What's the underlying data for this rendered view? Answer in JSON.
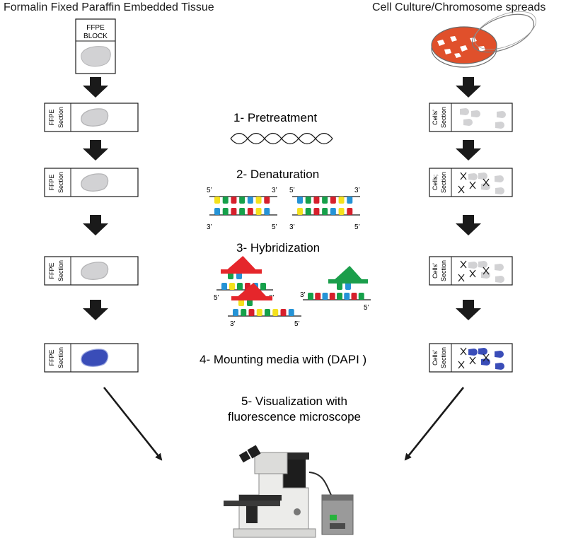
{
  "headings": {
    "left": "Formalin Fixed Paraffin Embedded Tissue",
    "right": "Cell Culture/Chromosome spreads"
  },
  "ffpe_block": {
    "line1": "FFPE",
    "line2": "BLOCK"
  },
  "left_slides": [
    {
      "line1": "FFPE",
      "line2": "Section",
      "stain": "unstained"
    },
    {
      "line1": "FFPE",
      "line2": "Section",
      "stain": "unstained"
    },
    {
      "line1": "FFPE",
      "line2": "Section",
      "stain": "unstained"
    },
    {
      "line1": "FFPE",
      "line2": "Section",
      "stain": "DAPI"
    }
  ],
  "right_slides": [
    {
      "line1": "Cells'",
      "line2": "Section",
      "content": "cells"
    },
    {
      "line1": "Cells;",
      "line2": "Section",
      "content": "cells-chromosomes"
    },
    {
      "line1": "Cells'",
      "line2": "Section",
      "content": "cells-chromosomes"
    },
    {
      "line1": "Cells'",
      "line2": "Section",
      "content": "cells-chromosomes-dapi"
    }
  ],
  "steps": [
    {
      "label": "1-  Pretreatment"
    },
    {
      "label": "2- Denaturation"
    },
    {
      "label": "3- Hybridization"
    },
    {
      "label": "4- Mounting media with (DAPI )"
    },
    {
      "label_line1": "5- Visualization with",
      "label_line2": "fluorescence microscope"
    }
  ],
  "strand_ends": {
    "five": "5’",
    "three": "3’"
  },
  "colors": {
    "dish": "#e0502b",
    "tissue": "#d2d2d4",
    "dapi": "#3a4db8",
    "base_red": "#d6202c",
    "base_green": "#16a04a",
    "base_blue": "#2593d6",
    "base_yellow": "#f4e11d",
    "probe_red": "#e5262b",
    "probe_green": "#1b9e4b",
    "arrow": "#1a1a1a"
  },
  "icons": {
    "dna": "double-helix-icon",
    "microscope": "fluorescence-microscope-icon",
    "dish": "petri-dish-icon"
  }
}
